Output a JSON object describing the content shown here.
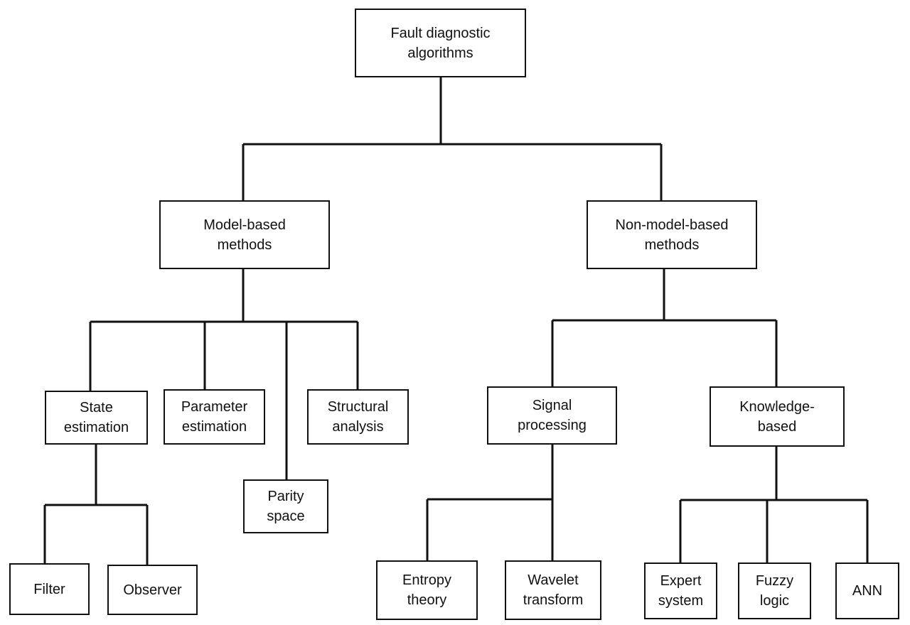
{
  "diagram": {
    "nodes": {
      "root": [
        "Fault diagnostic",
        "algorithms"
      ],
      "model_based": [
        "Model-based",
        "methods"
      ],
      "non_model_based": [
        "Non-model-based",
        "methods"
      ],
      "state_estimation": [
        "State",
        "estimation"
      ],
      "parameter_estimation": [
        "Parameter",
        "estimation"
      ],
      "parity_space": [
        "Parity",
        "space"
      ],
      "structural_analysis": [
        "Structural",
        "analysis"
      ],
      "filter": [
        "Filter"
      ],
      "observer": [
        "Observer"
      ],
      "signal_processing": [
        "Signal",
        "processing"
      ],
      "knowledge_based": [
        "Knowledge-",
        "based"
      ],
      "entropy_theory": [
        "Entropy",
        "theory"
      ],
      "wavelet_transform": [
        "Wavelet",
        "transform"
      ],
      "expert_system": [
        "Expert",
        "system"
      ],
      "fuzzy_logic": [
        "Fuzzy",
        "logic"
      ],
      "ann": [
        "ANN"
      ]
    }
  }
}
